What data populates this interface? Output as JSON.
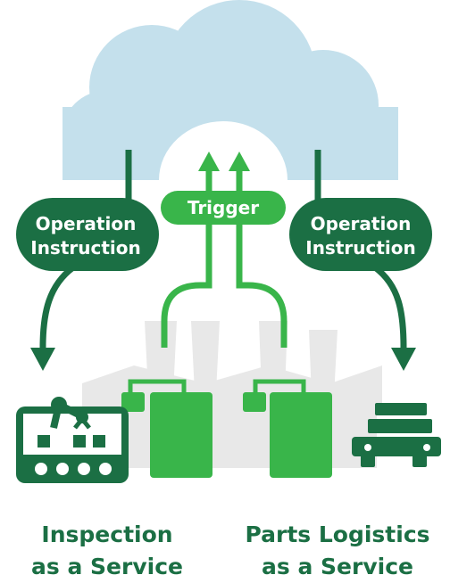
{
  "labels": {
    "trigger": "Trigger",
    "left_instruction": [
      "Operation",
      "Instruction"
    ],
    "right_instruction": [
      "Operation",
      "Instruction"
    ]
  },
  "captions": {
    "left": [
      "Inspection",
      "as a Service"
    ],
    "right": [
      "Parts Logistics",
      "as a Service"
    ]
  },
  "colors": {
    "cloud": "#c4e0ec",
    "dark_green": "#1b6f44",
    "light_green": "#39b54a",
    "factory_gray": "#e8e8e8"
  },
  "icons": [
    "cloud-icon",
    "factory-background",
    "robot-arm-conveyor-icon",
    "forklift-cargo-icon",
    "controller-device-icon"
  ]
}
